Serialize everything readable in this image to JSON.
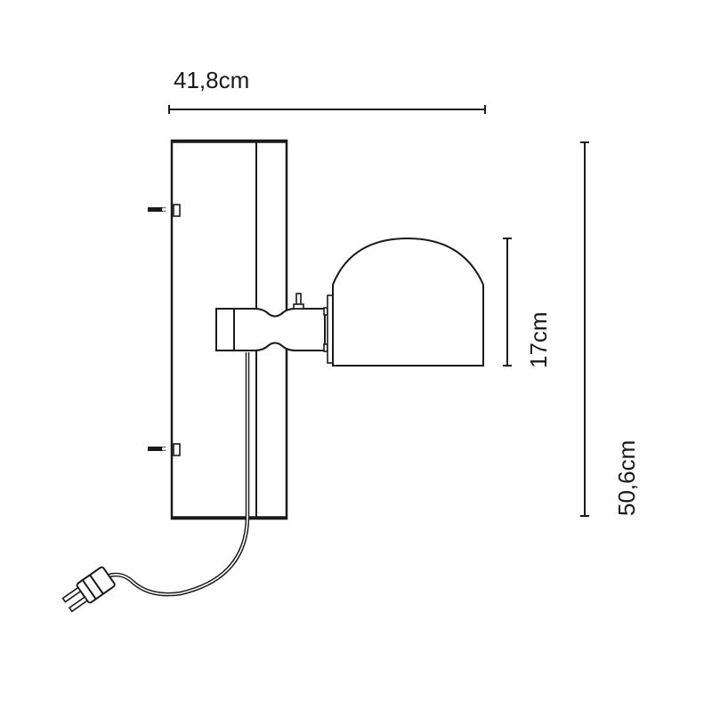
{
  "dimensions": {
    "width": "41,8cm",
    "shade_height": "17cm",
    "total_height": "50,6cm"
  },
  "colors": {
    "line": "#1a1a1a",
    "background": "#ffffff"
  }
}
